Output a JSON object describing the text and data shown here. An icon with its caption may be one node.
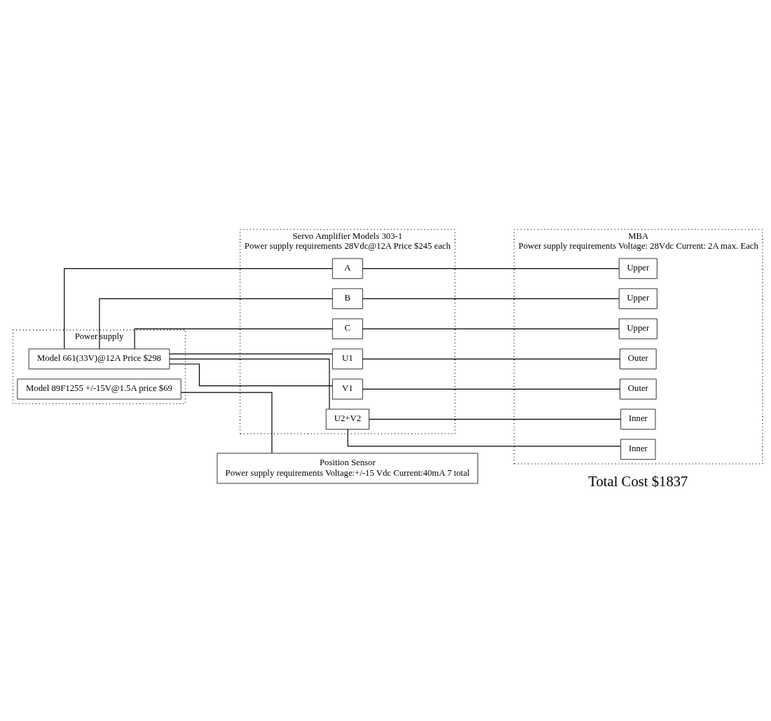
{
  "diagram": {
    "nodes": [
      {
        "text": [
          "Power supply"
        ]
      },
      {
        "text": [
          "Model 661(33V)@12A Price $298"
        ],
        "in": 0
      },
      {
        "text": [
          "Model 89F1255 +/-15V@1.5A price $69"
        ],
        "in": 0
      },
      {
        "text": [
          "Servo Amplifier Models 303-1",
          "Power supply requirements 28Vdc@12A Price $245 each"
        ]
      },
      {
        "text": [
          "A"
        ],
        "in": 3
      },
      {
        "text": [
          "B"
        ],
        "in": 3
      },
      {
        "text": [
          "C"
        ],
        "in": 3
      },
      {
        "text": [
          "U1"
        ],
        "in": 3
      },
      {
        "text": [
          "V1"
        ],
        "in": 3
      },
      {
        "text": [
          "U2+V2"
        ],
        "in": 3
      },
      {
        "text": [
          "MBA",
          "Power supply requirements Voltage: 28Vdc Current: 2A max. Each"
        ]
      },
      {
        "text": [
          "Upper"
        ],
        "in": 10
      },
      {
        "text": [
          "Upper"
        ],
        "in": 10
      },
      {
        "text": [
          "Upper"
        ],
        "in": 10
      },
      {
        "text": [
          "Outer"
        ],
        "in": 10
      },
      {
        "text": [
          "Inner"
        ],
        "in": 10
      },
      {
        "text": [
          "Outer"
        ],
        "in": 10
      },
      {
        "text": [
          "Inner"
        ],
        "in": 10
      },
      {
        "text": [
          "Position Sensor",
          "Power supply requirements Voltage:+/-15 Vdc Current:40mA 7 total"
        ]
      }
    ],
    "edges": [
      {
        "from": 1,
        "to": 4,
        "arrow": "none"
      },
      {
        "from": 1,
        "to": 5,
        "arrow": "none"
      },
      {
        "from": 1,
        "to": 6,
        "arrow": "none"
      },
      {
        "from": 1,
        "to": 7,
        "arrow": "none"
      },
      {
        "from": 1,
        "to": 8,
        "arrow": "none"
      },
      {
        "from": 1,
        "to": 9,
        "arrow": "none"
      },
      {
        "from": 4,
        "to": 11,
        "arrow": "none"
      },
      {
        "from": 5,
        "to": 12,
        "arrow": "none"
      },
      {
        "from": 6,
        "to": 13,
        "arrow": "none"
      },
      {
        "from": 7,
        "to": 14,
        "arrow": "none"
      },
      {
        "from": 8,
        "to": 16,
        "arrow": "none"
      },
      {
        "from": 9,
        "to": 15,
        "arrow": "none"
      },
      {
        "from": 9,
        "to": 17,
        "arrow": "none"
      },
      {
        "from": 2,
        "to": 18,
        "arrow": "none"
      }
    ],
    "labels": [
      "Total Cost $1837"
    ]
  }
}
